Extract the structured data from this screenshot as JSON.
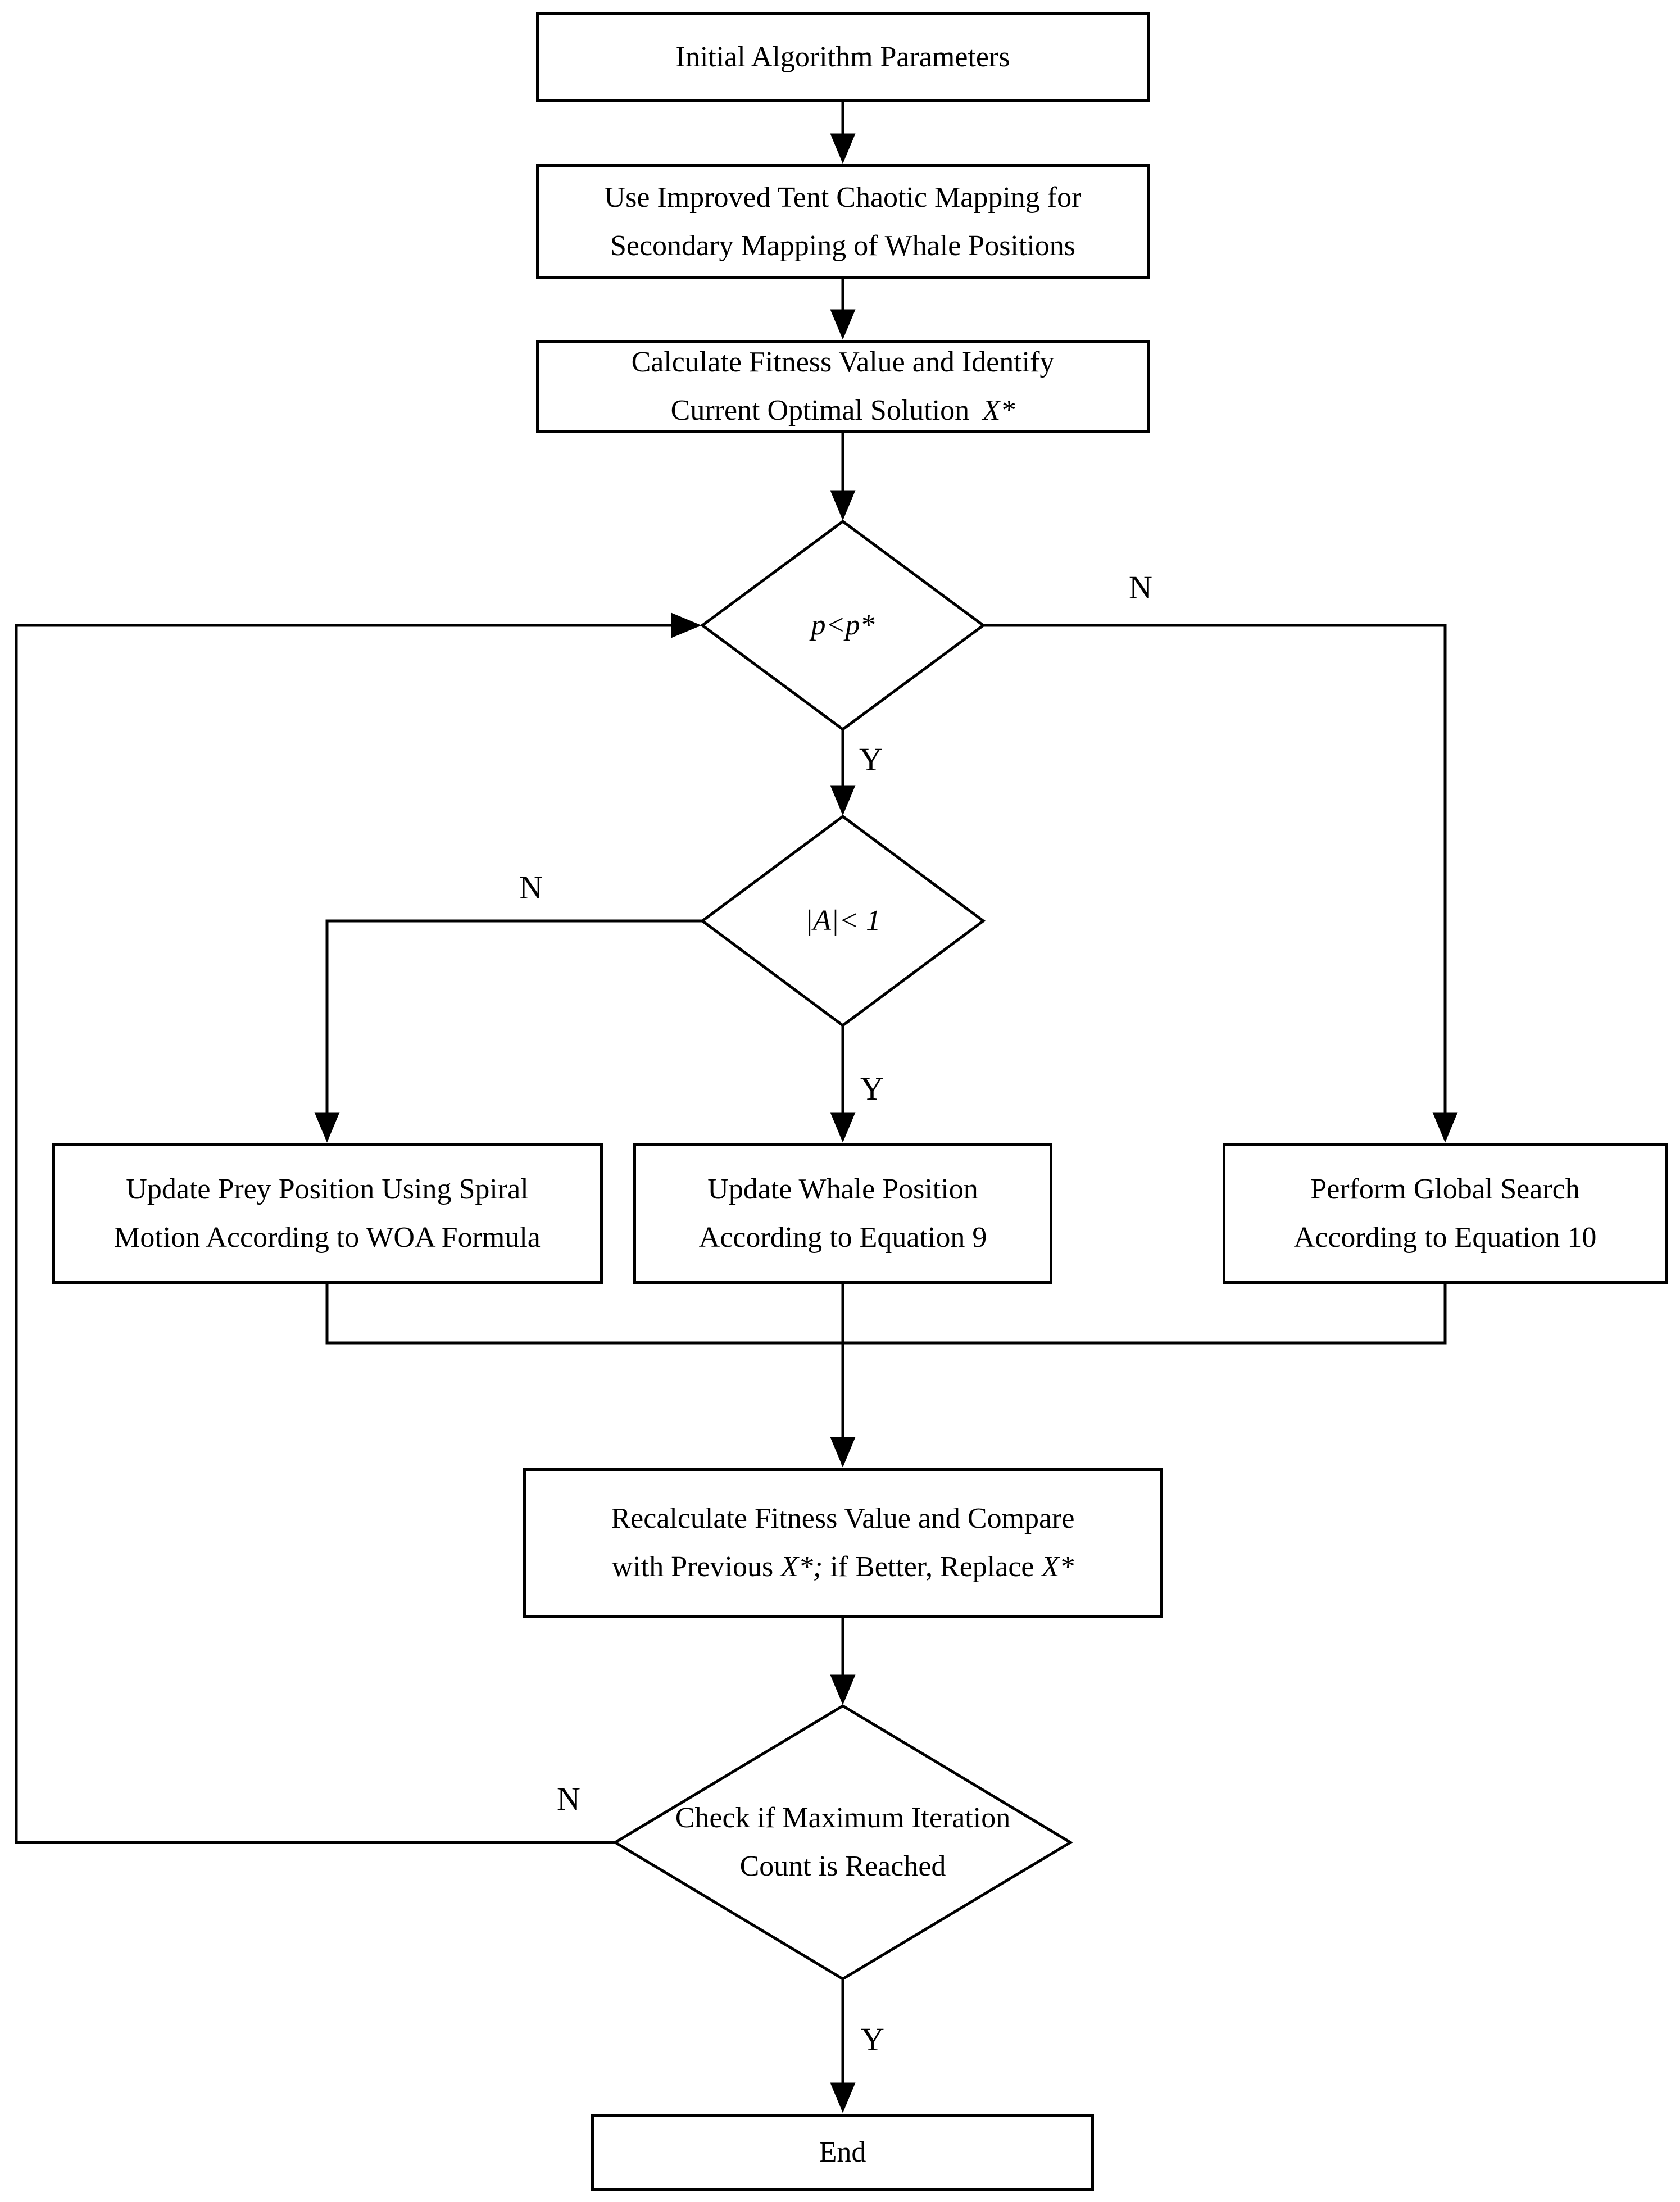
{
  "colors": {
    "ink": "#000000",
    "paper": "#ffffff"
  },
  "flowchart": {
    "nodes": {
      "start": {
        "label": "Initial Algorithm Parameters"
      },
      "tent_mapping": {
        "line1": "Use Improved Tent Chaotic Mapping for",
        "line2": "Secondary Mapping of Whale Positions"
      },
      "calc_fitness": {
        "line1": "Calculate Fitness Value and Identify",
        "line2_text": "Current Optimal Solution",
        "line2_math": "X*"
      },
      "decision_p": {
        "label": "p<p*"
      },
      "decision_a": {
        "label": "|A|< 1"
      },
      "spiral_update": {
        "line1": "Update Prey Position Using Spiral",
        "line2": "Motion According to WOA Formula"
      },
      "whale_update": {
        "line1": "Update Whale Position",
        "line2": "According to Equation 9"
      },
      "global_search": {
        "line1": "Perform Global Search",
        "line2": "According to Equation 10"
      },
      "recalc": {
        "line1": "Recalculate Fitness Value and Compare",
        "line2_a": "with Previous ",
        "line2_b": "X*;",
        "line2_c": " if Better, Replace ",
        "line2_d": "X*"
      },
      "max_iter": {
        "line1": "Check if Maximum Iteration",
        "line2": "Count is Reached"
      },
      "end": {
        "label": "End"
      }
    },
    "edge_labels": {
      "p_no": "N",
      "p_yes": "Y",
      "a_no": "N",
      "a_yes": "Y",
      "iter_no": "N",
      "iter_yes": "Y"
    }
  }
}
